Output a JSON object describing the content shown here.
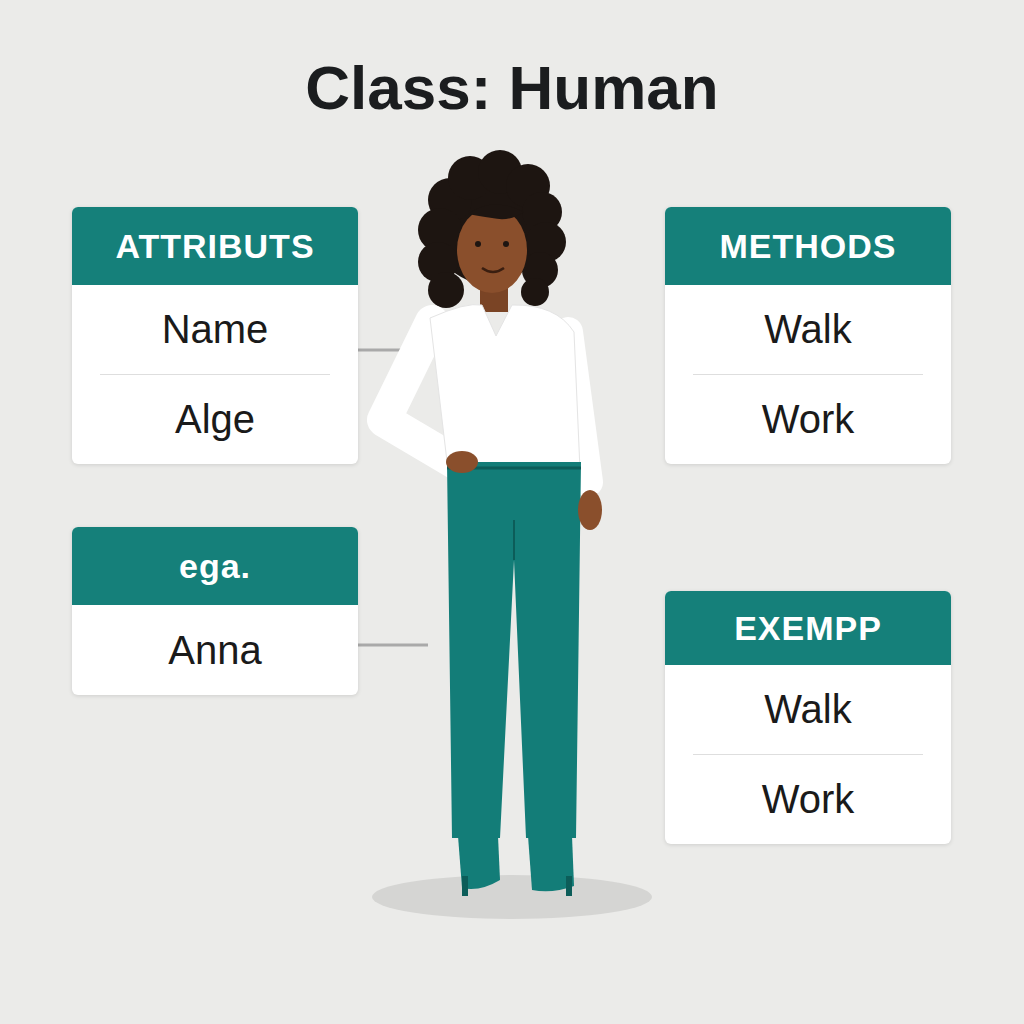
{
  "diagram": {
    "title": "Class: Human",
    "nodes": [
      {
        "text": [
          "ATTRIBUTS",
          "Name",
          "Alge"
        ]
      },
      {
        "text": [
          "METHODS",
          "Walk",
          "Work"
        ]
      },
      {
        "text": [
          "ega.",
          "Anna"
        ]
      },
      {
        "text": [
          "EXEMPP",
          "Walk",
          "Work"
        ]
      }
    ]
  }
}
